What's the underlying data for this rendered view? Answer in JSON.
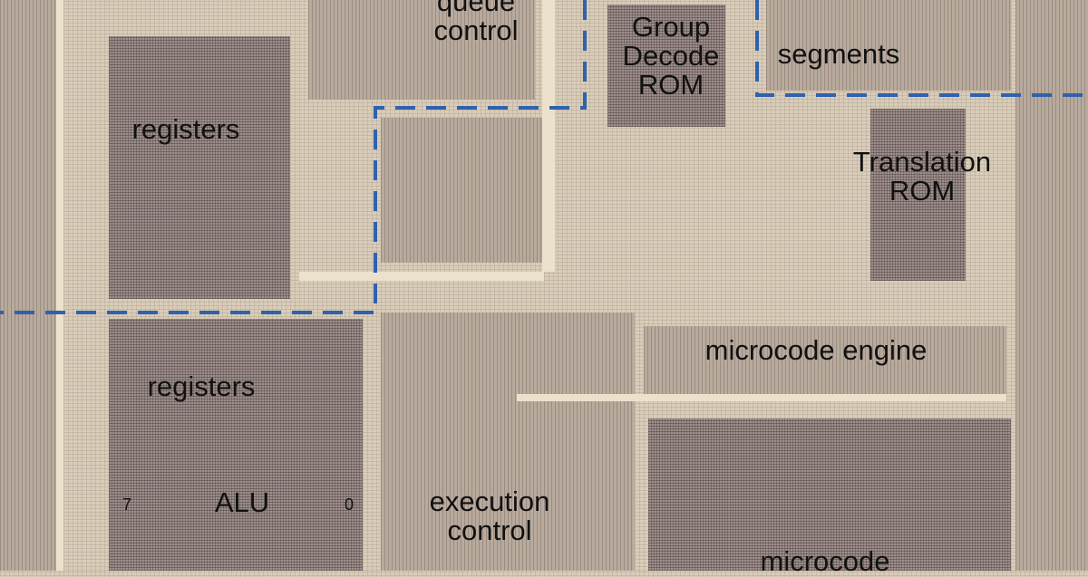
{
  "labels": {
    "queue_control": [
      "queue",
      "control"
    ],
    "group_decode_rom": [
      "Group",
      "Decode",
      "ROM"
    ],
    "segments": "segments",
    "registers_top": "registers",
    "translation_rom": [
      "Translation",
      "ROM"
    ],
    "registers_bottom": "registers",
    "microcode_engine": "microcode engine",
    "alu": "ALU",
    "alu_bit_high": "7",
    "alu_bit_low": "0",
    "execution_control": [
      "execution",
      "control"
    ],
    "microcode": "microcode"
  },
  "colors": {
    "divider": "#2f62ad",
    "die": "#d9cdb9",
    "array": "#9d8f8a"
  }
}
